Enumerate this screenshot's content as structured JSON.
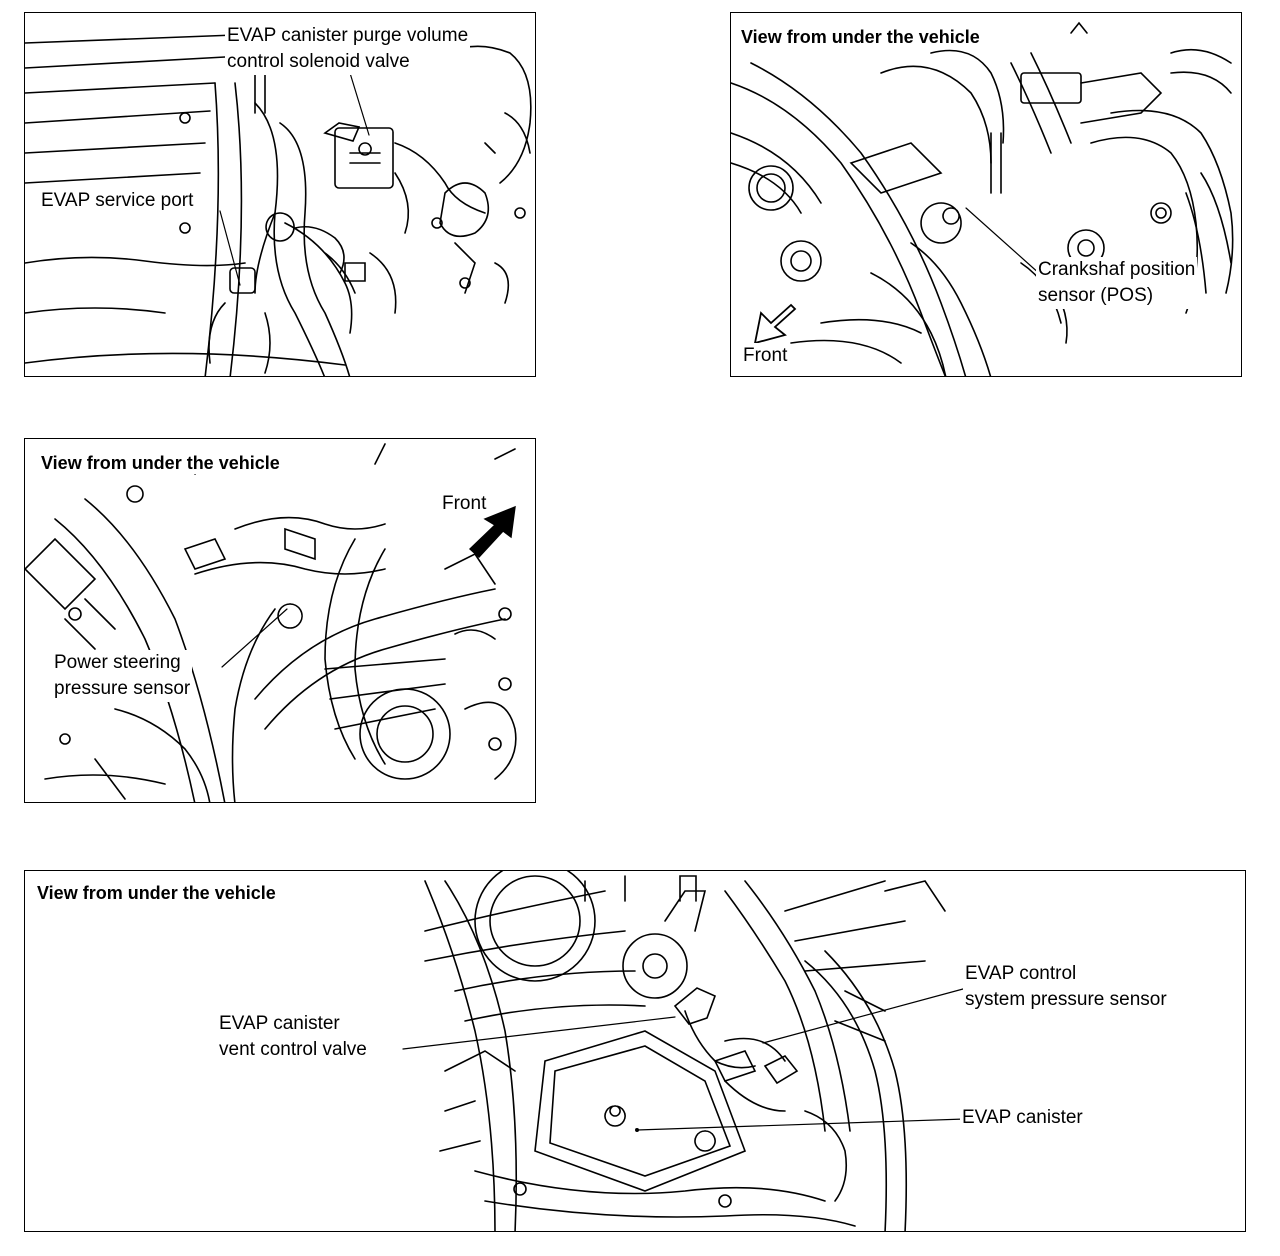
{
  "panel_1": {
    "label_purge_valve": "EVAP canister purge volume\ncontrol solenoid valve",
    "label_service_port": "EVAP service port"
  },
  "panel_2": {
    "heading": "View from under the vehicle",
    "label_crankshaft_sensor": "Crankshaf position\nsensor (POS)",
    "label_front": "Front"
  },
  "panel_3": {
    "heading": "View from under the vehicle",
    "label_front": "Front",
    "label_ps_sensor": "Power steering\npressure sensor"
  },
  "panel_4": {
    "heading": "View from under the vehicle",
    "label_vent_valve": "EVAP canister\nvent control valve",
    "label_pressure_sensor": "EVAP control\nsystem pressure sensor",
    "label_canister": "EVAP canister"
  }
}
